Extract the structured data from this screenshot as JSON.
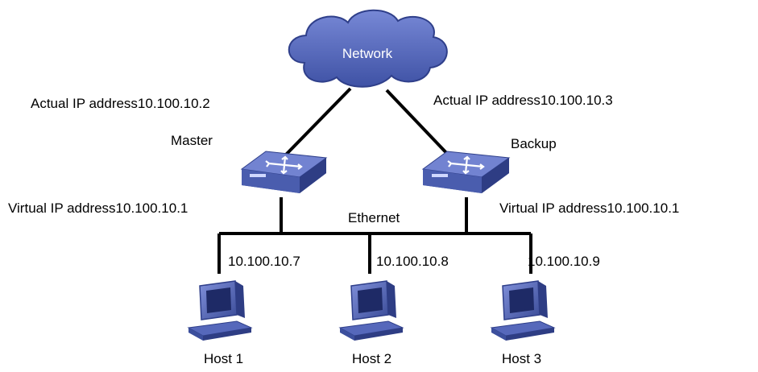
{
  "cloud": {
    "label": "Network"
  },
  "master": {
    "role": "Master",
    "actual_ip": "Actual IP address10.100.10.2",
    "virtual_ip": "Virtual IP address10.100.10.1"
  },
  "backup": {
    "role": "Backup",
    "actual_ip": "Actual IP address10.100.10.3",
    "virtual_ip": "Virtual IP address10.100.10.1"
  },
  "lan": {
    "label": "Ethernet"
  },
  "hosts": [
    {
      "name": "Host 1",
      "ip": "10.100.10.7"
    },
    {
      "name": "Host 2",
      "ip": "10.100.10.8"
    },
    {
      "name": "Host 3",
      "ip": "10.100.10.9"
    }
  ],
  "colors": {
    "cloud_fill": "#4f63b3",
    "cloud_stroke": "#2f3f8a",
    "device_top": "#6f82d0",
    "device_side": "#3c4f9d",
    "line": "#000000"
  }
}
